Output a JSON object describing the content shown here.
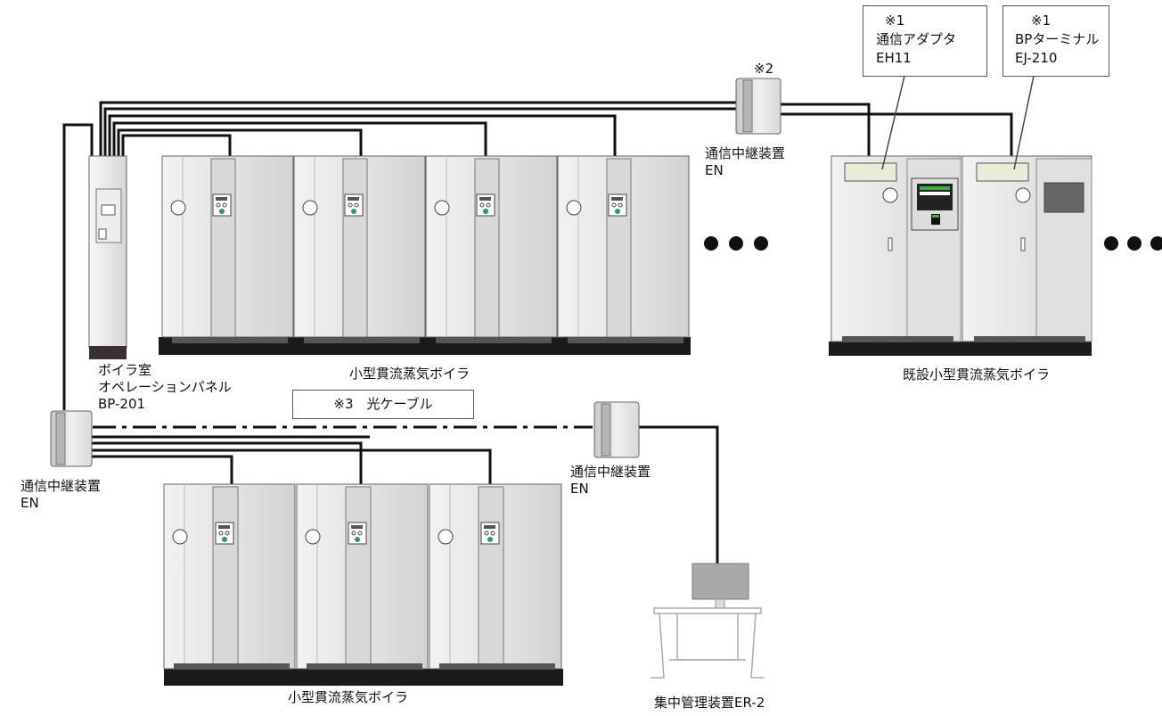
{
  "labels": {
    "relay_top": [
      "※2",
      "通信中継装置",
      "EN"
    ],
    "callout_adapter": [
      "※1",
      "通信アダプタ",
      "EH11"
    ],
    "callout_terminal": [
      "※1",
      "BPターミナル",
      "EJ-210"
    ],
    "panel": [
      "ボイラ室",
      "オペレーションパネル",
      "BP-201"
    ],
    "boilers_top": "小型貫流蒸気ボイラ",
    "boilers_existing": "既設小型貫流蒸気ボイラ",
    "optical_cable": "※3　光ケーブル",
    "relay_left": [
      "通信中継装置",
      "EN"
    ],
    "relay_mid": [
      "通信中継装置",
      "EN"
    ],
    "boilers_bottom": "小型貫流蒸気ボイラ",
    "central_manager": "集中管理装置ER-2"
  },
  "colors": {
    "boiler_body": "#e6e6e6",
    "boiler_stroke": "#666666",
    "base": "#1a1a1a",
    "pipe": "#111111",
    "screen_gray": "#8c8c8c",
    "panel_indicator": "#2a9a5a"
  },
  "icons": [
    "boiler-unit",
    "communication-relay-unit",
    "operation-panel",
    "central-management-terminal",
    "continuation-dots"
  ]
}
